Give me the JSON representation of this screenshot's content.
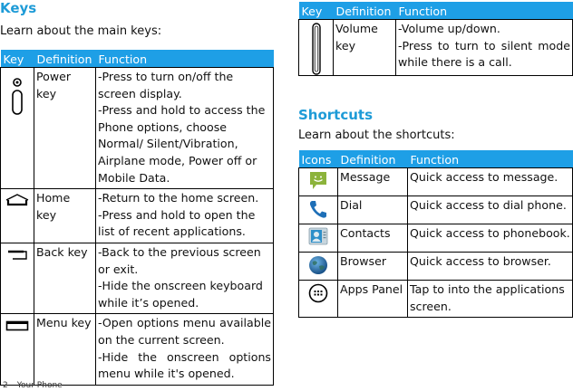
{
  "keys_section": {
    "title": "Keys",
    "intro": "Learn about the main keys:",
    "headers": [
      "Key",
      "Definition",
      "Function"
    ],
    "rows": [
      {
        "icon": "power-key-icon",
        "definition": "Power key",
        "function": [
          "-Press to turn on/off the screen display.",
          "-Press and hold to access the Phone options, choose Normal/ Silent/Vibration, Airplane mode, Power off or Mobile Data."
        ]
      },
      {
        "icon": "home-key-icon",
        "definition": "Home key",
        "function": [
          "-Return to the home screen.",
          "-Press and hold to open the list of recent applications."
        ]
      },
      {
        "icon": "back-key-icon",
        "definition": "Back key",
        "function": [
          "-Back to the previous screen or exit.",
          "-Hide the onscreen keyboard while it’s opened."
        ]
      },
      {
        "icon": "menu-key-icon",
        "definition": "Menu key",
        "function": [
          "-Open options menu available on the current screen.",
          "-Hide the onscreen options menu while it's opened."
        ]
      }
    ],
    "continued_headers": [
      "Key",
      "Definition",
      "Function"
    ],
    "continued_rows": [
      {
        "icon": "volume-key-icon",
        "definition": "Volume key",
        "function": [
          "-Volume up/down.",
          "-Press to turn to silent mode while there is a call."
        ]
      }
    ]
  },
  "shortcuts_section": {
    "title": "Shortcuts",
    "intro": "Learn about the shortcuts:",
    "headers": [
      "Icons",
      "Definition",
      "Function"
    ],
    "rows": [
      {
        "icon": "message-icon",
        "definition": "Message",
        "function": "Quick access to message."
      },
      {
        "icon": "dial-icon",
        "definition": "Dial",
        "function": "Quick access to dial phone."
      },
      {
        "icon": "contacts-icon",
        "definition": "Contacts",
        "function": "Quick access to phonebook."
      },
      {
        "icon": "browser-icon",
        "definition": "Browser",
        "function": "Quick access to browser."
      },
      {
        "icon": "apps-panel-icon",
        "definition": "Apps Panel",
        "function": "Tap to into the applications screen."
      }
    ]
  },
  "footer": {
    "page_number": "2",
    "chapter": "Your Phone"
  },
  "colors": {
    "accent_title": "#1e9bd7",
    "table_header_bg": "#1e9fe6"
  }
}
